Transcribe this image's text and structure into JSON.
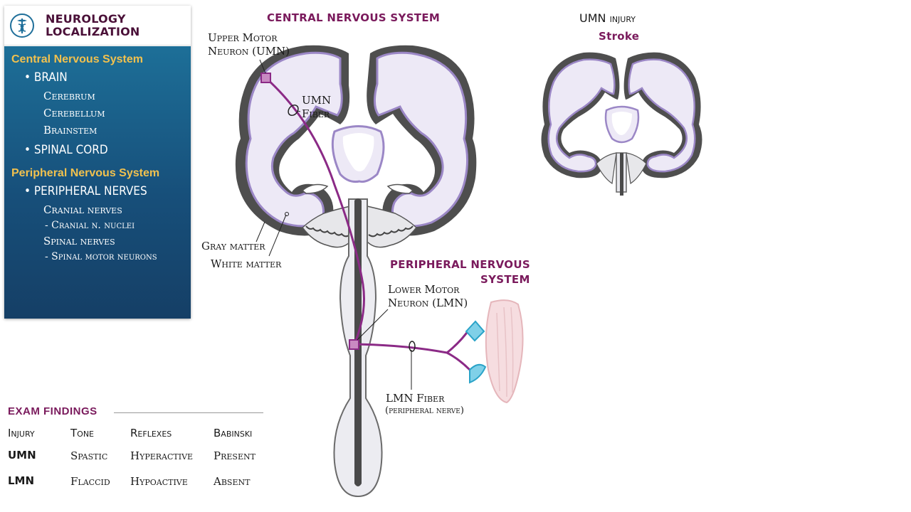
{
  "sidebar": {
    "title_line1": "NEUROLOGY",
    "title_line2": "LOCALIZATION",
    "logo_icon": "caduceus-icon",
    "cns_heading": "Central Nervous System",
    "brain": "• BRAIN",
    "brain_items": [
      "Cerebrum",
      "Cerebellum",
      "Brainstem"
    ],
    "spinal_cord": "• SPINAL CORD",
    "pns_heading": "Peripheral Nervous System",
    "peripheral_nerves": "• PERIPHERAL NERVES",
    "cranial_nerves": "Cranial nerves",
    "cranial_nuclei": "- Cranial n. nuclei",
    "spinal_nerves": "Spinal nerves",
    "spinal_motor_neurons": "- Spinal motor neurons"
  },
  "diagram": {
    "cns_title": "CENTRAL NERVOUS SYSTEM",
    "pns_title_line1": "PERIPHERAL NERVOUS",
    "pns_title_line2": "SYSTEM",
    "umn_label_line1": "Upper Motor",
    "umn_label_line2": "Neuron (UMN)",
    "umn_fiber_line1": "UMN",
    "umn_fiber_line2": "Fiber",
    "gray_matter": "Gray matter",
    "white_matter": "White matter",
    "lmn_label_line1": "Lower Motor",
    "lmn_label_line2": "Neuron (LMN)",
    "lmn_fiber_line1": "LMN Fiber",
    "lmn_fiber_line2": "(peripheral nerve)",
    "injury_title": "UMN injury",
    "injury_sub": "Stroke"
  },
  "exam": {
    "title": "EXAM FINDINGS",
    "headers": [
      "Injury",
      "Tone",
      "Reflexes",
      "Babinski"
    ],
    "rows": [
      [
        "UMN",
        "Spastic",
        "Hyperactive",
        "Present"
      ],
      [
        "LMN",
        "Flaccid",
        "Hypoactive",
        "Absent"
      ]
    ]
  },
  "colors": {
    "accent": "#7a1a5c",
    "sidebar_heading": "#f2c14e",
    "sidebar_bg": "#1d6f98",
    "pathway": "#8b2a86",
    "white_matter_outline": "#9b87c6",
    "gray_matter": "#5a5a5a"
  }
}
